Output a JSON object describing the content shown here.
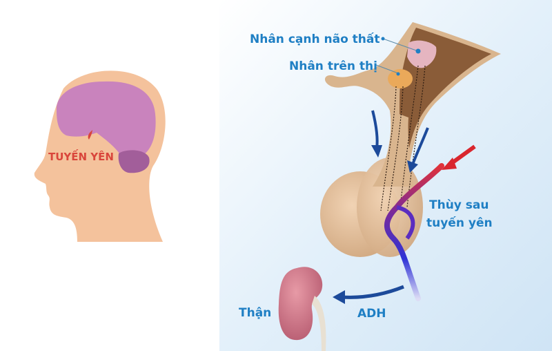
{
  "left_panel": {
    "label": "TUYẾN YÊN"
  },
  "right_panel": {
    "labels": {
      "paraventricular": "Nhân cạnh não thất",
      "supraoptic": "Nhân trên thị",
      "posterior_pituitary_line1": "Thùy sau",
      "posterior_pituitary_line2": "tuyến yên",
      "kidney": "Thận",
      "hormone": "ADH"
    }
  },
  "colors": {
    "label_blue": "#1f7fc4",
    "label_red": "#d9453b",
    "skin": "#f4c29c",
    "brain": "#c983bd",
    "hypothalamus": "#8a5c38",
    "tissue": "#d9b58e",
    "kidney": "#c86e82"
  }
}
